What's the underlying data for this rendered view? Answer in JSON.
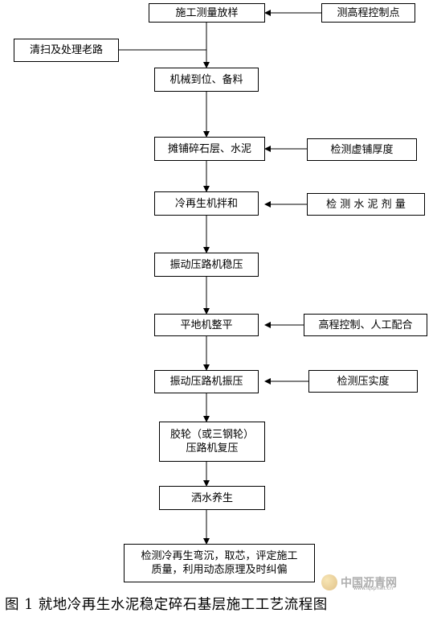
{
  "flow": {
    "steps": [
      "施工测量放样",
      "机械到位、备料",
      "摊铺碎石层、水泥",
      "冷再生机拌和",
      "振动压路机稳压",
      "平地机整平",
      "振动压路机振压",
      "胶轮（或三钢轮）\n压路机复压",
      "洒水养生",
      "检测冷再生弯沉，取芯，评定施工\n质量，利用动态原理及时纠偏"
    ],
    "inputs": [
      "测高程控制点",
      "清扫及处理老路",
      "检测虚铺厚度",
      "检 测 水 泥 剂 量",
      "高程控制、人工配合",
      "检测压实度"
    ]
  },
  "caption": "图 1 就地冷再生水泥稳定碎石基层施工工艺流程图",
  "watermark": {
    "text": "中国沥青网",
    "url": "www.lqsphalt.cn"
  }
}
